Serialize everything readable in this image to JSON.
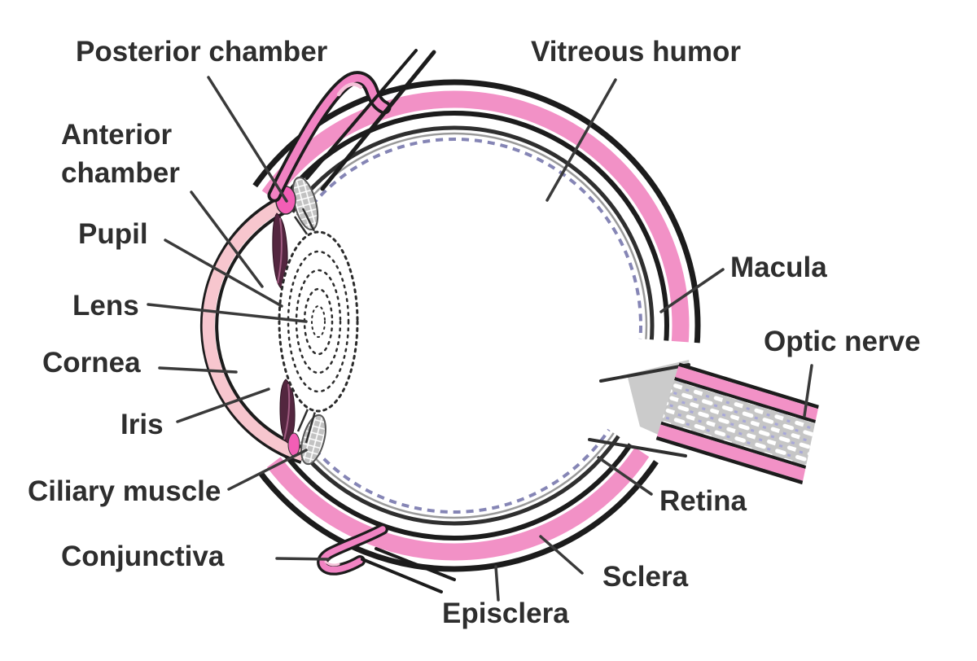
{
  "labels": {
    "posterior_chamber": "Posterior chamber",
    "anterior_chamber": "Anterior\nchamber",
    "pupil": "Pupil",
    "lens": "Lens",
    "cornea": "Cornea",
    "iris": "Iris",
    "ciliary_muscle": "Ciliary muscle",
    "conjunctiva": "Conjunctiva",
    "vitreous_humor": "Vitreous humor",
    "macula": "Macula",
    "optic_nerve": "Optic nerve",
    "retina": "Retina",
    "sclera": "Sclera",
    "episclera": "Episclera"
  },
  "colors": {
    "sclera_pink": "#F291C6",
    "cornea_pink": "#F7C6CE",
    "conjunctiva_pink": "#F183C3",
    "posterior_chamber_pink": "#F25EB5",
    "nerve_gray": "#C6C6C6",
    "retina_line": "#8585B5",
    "outline": "#1C1C1C",
    "label_text": "#2E2E2E"
  }
}
